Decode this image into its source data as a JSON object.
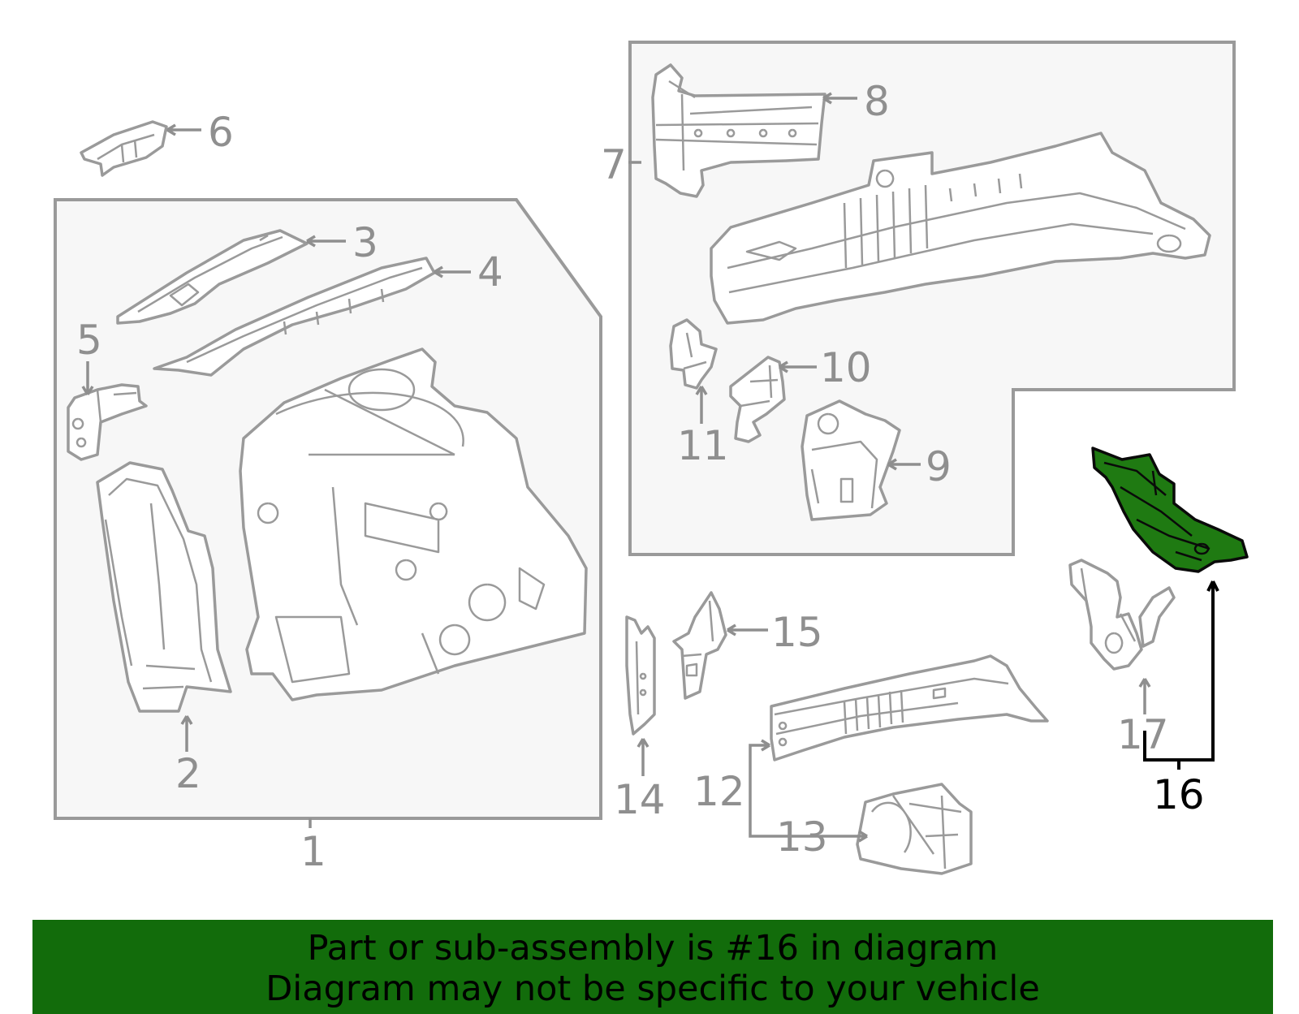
{
  "diagram": {
    "callouts": {
      "c1": "1",
      "c2": "2",
      "c3": "3",
      "c4": "4",
      "c5": "5",
      "c6": "6",
      "c7": "7",
      "c8": "8",
      "c9": "9",
      "c10": "10",
      "c11": "11",
      "c12": "12",
      "c13": "13",
      "c14": "14",
      "c15": "15",
      "c16": "16",
      "c17": "17"
    },
    "highlighted_part": "16",
    "colors": {
      "highlight_fill": "#1f7a12",
      "banner_background": "#126c0b",
      "line_gray": "#9a9a9a",
      "group_box_fill": "#f7f7f7"
    }
  },
  "banner": {
    "line1": "Part or sub-assembly is #16 in diagram",
    "line2": "Diagram may not be specific to your vehicle"
  }
}
